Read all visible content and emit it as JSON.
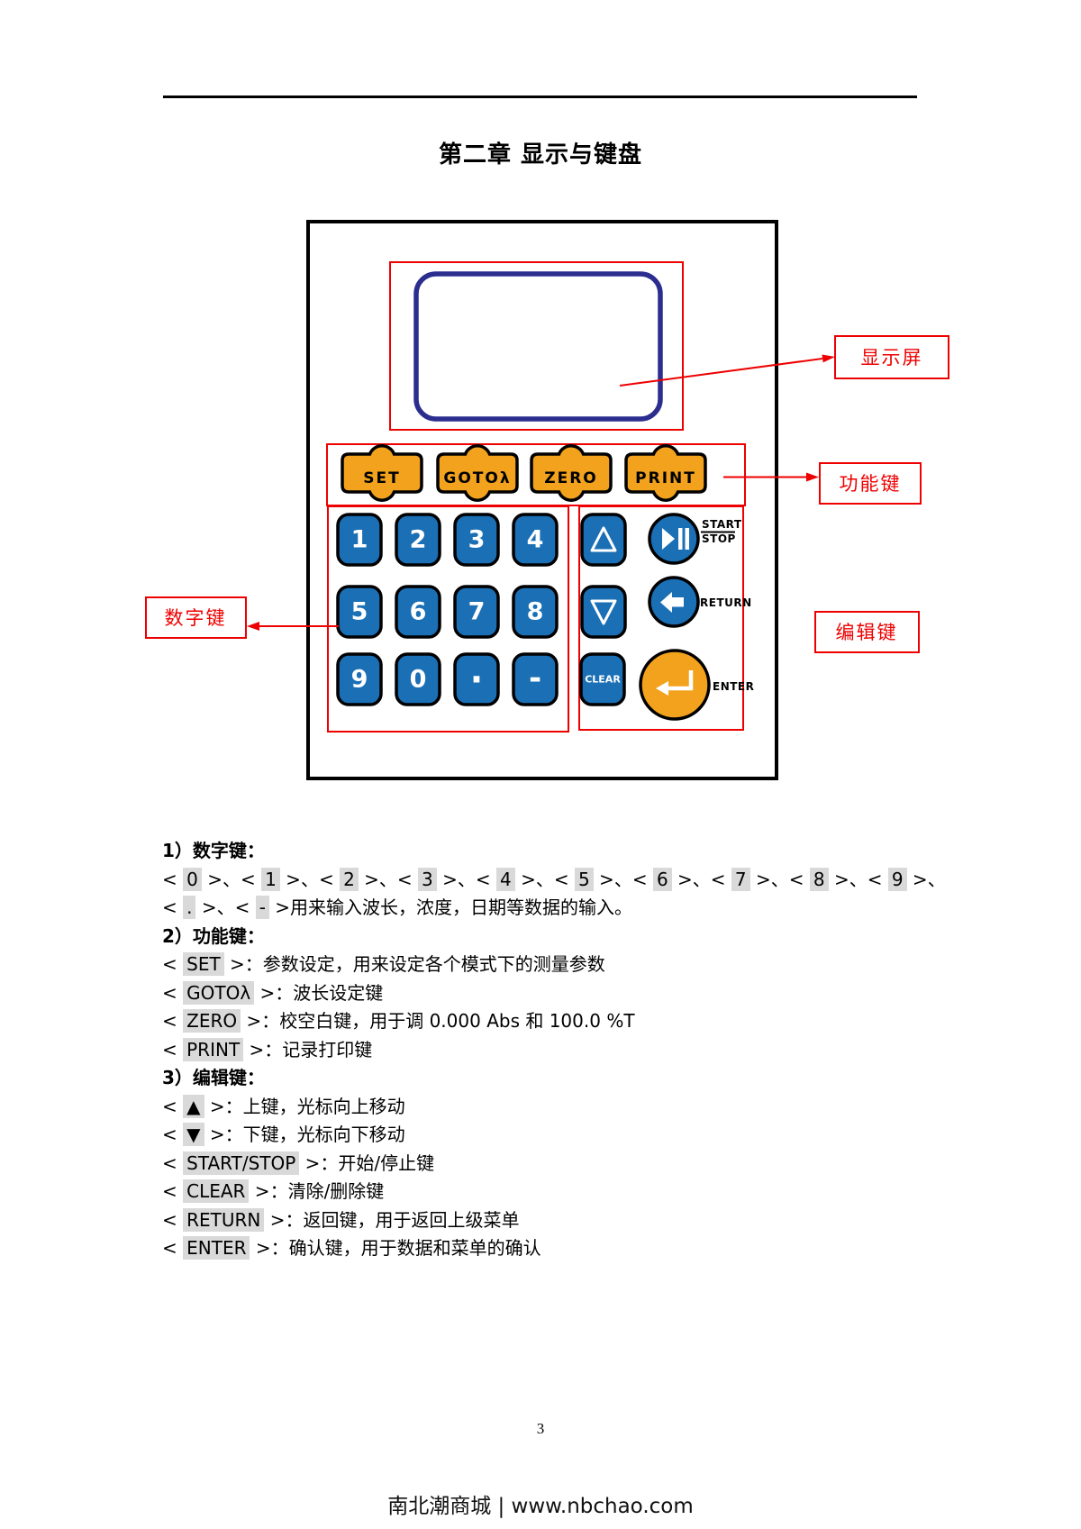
{
  "page": {
    "title": "第二章 显示与键盘",
    "page_number": "3",
    "footer": "南北潮商城 | www.nbchao.com"
  },
  "diagram": {
    "callouts": {
      "display": "显示屏",
      "function_keys": "功能键",
      "numeric_keys": "数字键",
      "edit_keys": "编辑键"
    },
    "function_keys": [
      "SET",
      "GOTOλ",
      "ZERO",
      "PRINT"
    ],
    "numeric_key_faces": [
      "1",
      "2",
      "3",
      "4",
      "5",
      "6",
      "7",
      "8",
      "9",
      "0",
      "·",
      "-"
    ],
    "edit_keys": {
      "clear": "CLEAR",
      "start": "START",
      "stop": "STOP",
      "return": "RETURN",
      "enter": "ENTER"
    },
    "colors": {
      "key_blue": "#1a6fb5",
      "key_orange": "#f2a21d",
      "display_border": "#2b2d8f",
      "callout_red": "#ee0000",
      "highlight_gray": "#d9d9d9"
    }
  },
  "body_lines": [
    {
      "style": "heading",
      "segs": [
        {
          "t": "1）数字键："
        }
      ]
    },
    {
      "style": "line",
      "segs": [
        {
          "t": "< "
        },
        {
          "k": "0"
        },
        {
          "t": " >、< "
        },
        {
          "k": "1"
        },
        {
          "t": " >、< "
        },
        {
          "k": "2"
        },
        {
          "t": " >、< "
        },
        {
          "k": "3"
        },
        {
          "t": " >、< "
        },
        {
          "k": "4"
        },
        {
          "t": " >、< "
        },
        {
          "k": "5"
        },
        {
          "t": " >、< "
        },
        {
          "k": "6"
        },
        {
          "t": " >、< "
        },
        {
          "k": "7"
        },
        {
          "t": " >、< "
        },
        {
          "k": "8"
        },
        {
          "t": " >、< "
        },
        {
          "k": "9"
        },
        {
          "t": " >、"
        }
      ]
    },
    {
      "style": "line",
      "segs": [
        {
          "t": "< "
        },
        {
          "k": "."
        },
        {
          "t": " >、< "
        },
        {
          "k": "-"
        },
        {
          "t": " >用来输入波长，浓度，日期等数据的输入。"
        }
      ]
    },
    {
      "style": "heading",
      "segs": [
        {
          "t": "2）功能键："
        }
      ]
    },
    {
      "style": "line",
      "segs": [
        {
          "t": "< "
        },
        {
          "k": "SET"
        },
        {
          "t": " >：参数设定，用来设定各个模式下的测量参数"
        }
      ]
    },
    {
      "style": "line",
      "segs": [
        {
          "t": "< "
        },
        {
          "k": "GOTOλ"
        },
        {
          "t": " >：波长设定键"
        }
      ]
    },
    {
      "style": "line",
      "segs": [
        {
          "t": "< "
        },
        {
          "k": "ZERO"
        },
        {
          "t": " >：校空白键，用于调 0.000 Abs 和 100.0 %T"
        }
      ]
    },
    {
      "style": "line",
      "segs": [
        {
          "t": "< "
        },
        {
          "k": "PRINT"
        },
        {
          "t": " >：记录打印键"
        }
      ]
    },
    {
      "style": "heading",
      "segs": [
        {
          "t": "3）编辑键："
        }
      ]
    },
    {
      "style": "line",
      "segs": [
        {
          "t": "< "
        },
        {
          "k": "▲"
        },
        {
          "t": " >：上键，光标向上移动"
        }
      ]
    },
    {
      "style": "line",
      "segs": [
        {
          "t": "< "
        },
        {
          "k": "▼"
        },
        {
          "t": " >：下键，光标向下移动"
        }
      ]
    },
    {
      "style": "line",
      "segs": [
        {
          "t": "< "
        },
        {
          "k": "START/STOP"
        },
        {
          "t": " >：开始/停止键"
        }
      ]
    },
    {
      "style": "line",
      "segs": [
        {
          "t": "< "
        },
        {
          "k": "CLEAR"
        },
        {
          "t": " >：清除/删除键"
        }
      ]
    },
    {
      "style": "line",
      "segs": [
        {
          "t": "< "
        },
        {
          "k": "RETURN"
        },
        {
          "t": " >：返回键，用于返回上级菜单"
        }
      ]
    },
    {
      "style": "line",
      "segs": [
        {
          "t": "< "
        },
        {
          "k": "ENTER"
        },
        {
          "t": " >：确认键，用于数据和菜单的确认"
        }
      ]
    }
  ]
}
